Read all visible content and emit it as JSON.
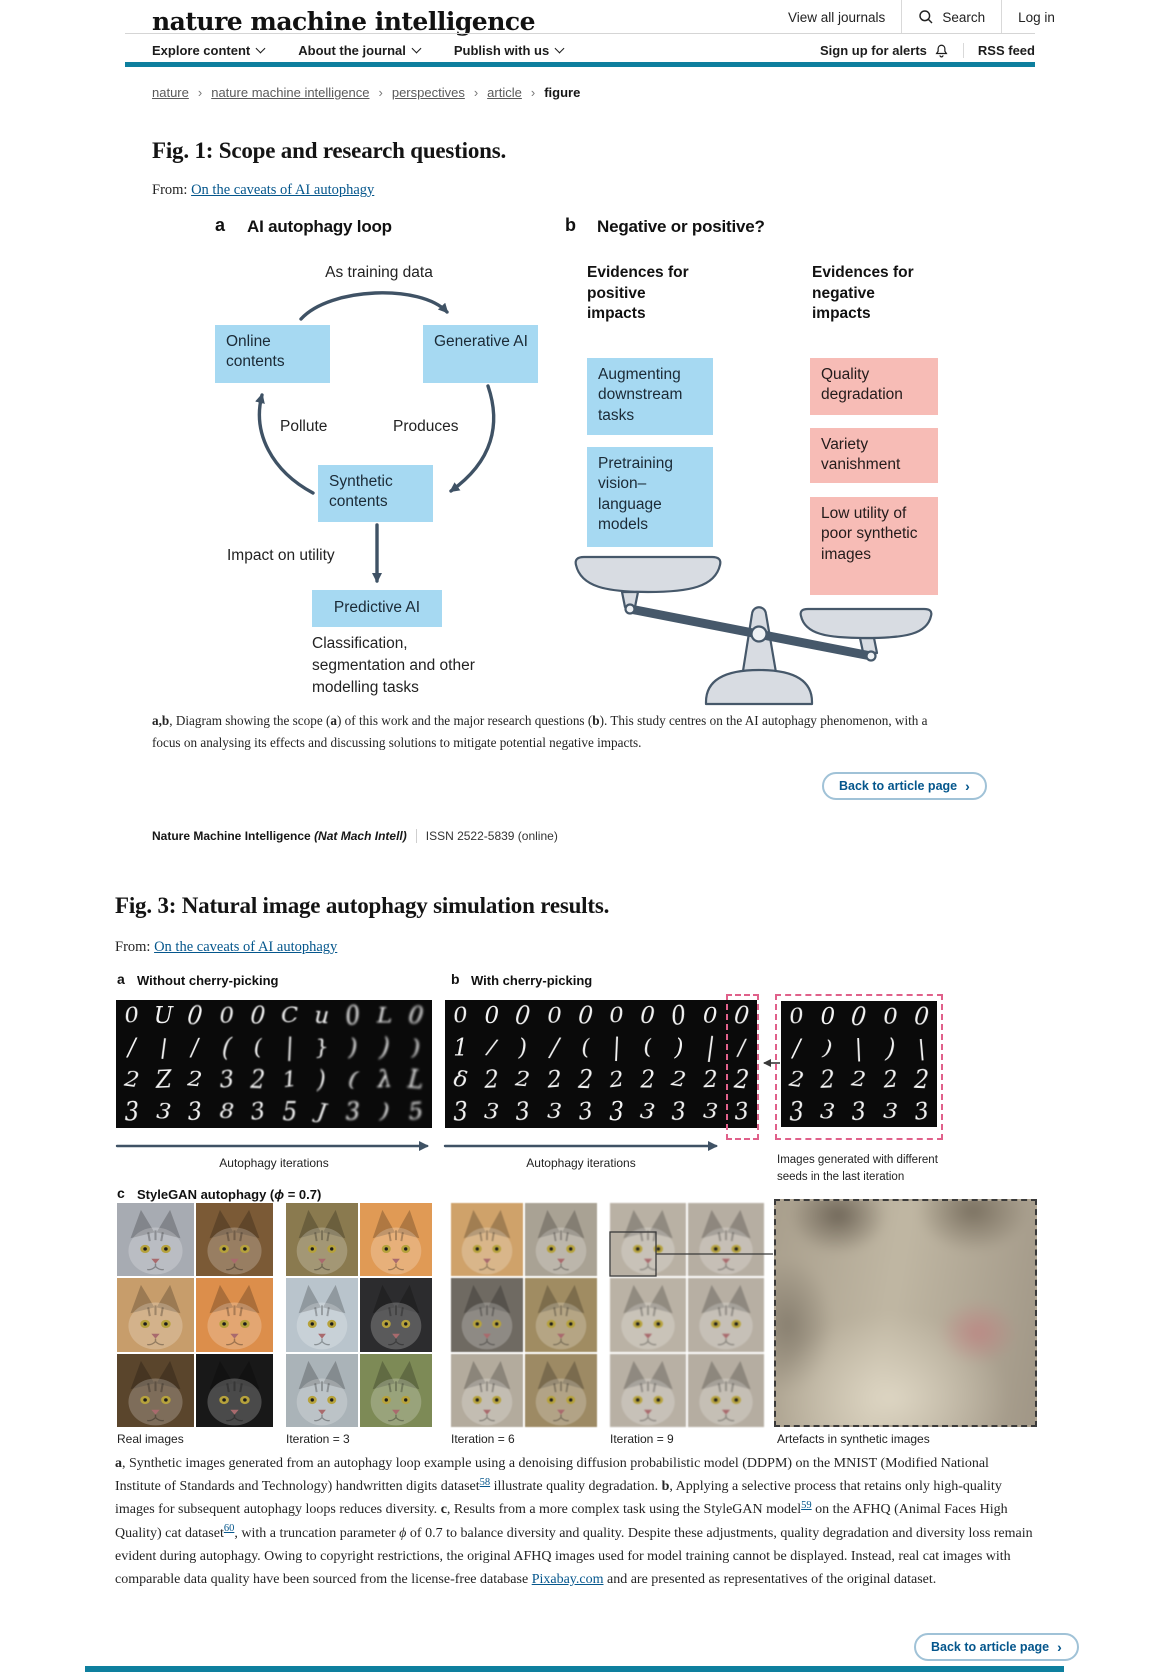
{
  "header": {
    "logo": "nature machine intelligence",
    "links": [
      "View all journals",
      "Search",
      "Log in"
    ],
    "nav": [
      "Explore content",
      "About the journal",
      "Publish with us"
    ],
    "alerts": "Sign up for alerts",
    "rss": "RSS feed",
    "accent_color": "#0e7f9e"
  },
  "breadcrumb": {
    "items": [
      "nature",
      "nature machine intelligence",
      "perspectives",
      "article"
    ],
    "current": "figure"
  },
  "fig1": {
    "title": "Fig. 1: Scope and research questions.",
    "from_label": "From: ",
    "from_link": "On the caveats of AI autophagy",
    "panel_a": {
      "label": "a",
      "heading": "AI autophagy loop",
      "arc_label": "As training data",
      "boxes": [
        "Online contents",
        "Generative AI",
        "Synthetic contents",
        "Predictive AI"
      ],
      "edge_labels": [
        "Pollute",
        "Produces",
        "Impact on utility"
      ],
      "footnote": "Classification, segmentation and other modelling tasks"
    },
    "panel_b": {
      "label": "b",
      "heading": "Negative or positive?",
      "left_heading": "Evidences for positive impacts",
      "right_heading": "Evidences for negative impacts",
      "positive": [
        "Augmenting downstream tasks",
        "Pretraining vision– language models"
      ],
      "negative": [
        "Quality degradation",
        "Variety vanishment",
        "Low utility of poor synthetic images"
      ]
    },
    "caption_parts": [
      {
        "b": "a"
      },
      {
        "b": ",b"
      },
      {
        "t": ", Diagram showing the scope ("
      },
      {
        "b": "a"
      },
      {
        "t": ") of this work and the major research questions ("
      },
      {
        "b": "b"
      },
      {
        "t": "). This study centres on the AI autophagy phenomenon, with a focus on analysing its effects and discussing solutions to mitigate potential negative impacts."
      }
    ],
    "back_button": "Back to article page",
    "back_button_arrow": "›",
    "issn_journal": "Nature Machine Intelligence",
    "issn_abbr": "(Nat Mach Intell)",
    "issn_text": "ISSN 2522-5839 (online)"
  },
  "fig3": {
    "title": "Fig. 3: Natural image autophagy simulation results.",
    "from_label": "From: ",
    "from_link": "On the caveats of AI autophagy",
    "panel_a_label": "a",
    "panel_a_heading": "Without cherry-picking",
    "panel_b_label": "b",
    "panel_b_heading": "With cherry-picking",
    "mnist_a_rows": [
      [
        "0",
        "U",
        "0",
        "0",
        "0",
        "C",
        "u",
        "0",
        "L",
        "0"
      ],
      [
        "/",
        "|",
        "/",
        "(",
        "(",
        "|",
        "}",
        ")",
        ")",
        ")"
      ],
      [
        "2",
        "Z",
        "2",
        "3",
        "2",
        "1",
        ")",
        "(",
        "λ",
        "L"
      ],
      [
        "3",
        "3",
        "3",
        "8",
        "3",
        "5",
        "J",
        "3",
        ")",
        "5"
      ]
    ],
    "mnist_b_rows": [
      [
        "0",
        "0",
        "0",
        "0",
        "0",
        "0",
        "0",
        "0",
        "0",
        "0"
      ],
      [
        "1",
        "/",
        ")",
        "/",
        "(",
        "|",
        "(",
        ")",
        "|",
        "/"
      ],
      [
        "δ",
        "2",
        "2",
        "2",
        "2",
        "2",
        "2",
        "2",
        "2",
        "2"
      ],
      [
        "3",
        "3",
        "3",
        "3",
        "3",
        "3",
        "3",
        "3",
        "3",
        "3"
      ]
    ],
    "mnist_seed_rows": [
      [
        "0",
        "0",
        "0",
        "0",
        "0"
      ],
      [
        "/",
        ")",
        "|",
        ")",
        "|"
      ],
      [
        "2",
        "2",
        "2",
        "2",
        "2"
      ],
      [
        "3",
        "3",
        "3",
        "3",
        "3"
      ]
    ],
    "axis_label_a": "Autophagy iterations",
    "axis_label_b": "Autophagy iterations",
    "seeds_label_lines": [
      "Images generated with different",
      "seeds in the last iteration"
    ],
    "panel_c_label": "c",
    "panel_c_heading_parts": [
      {
        "t": "StyleGAN autophagy ("
      },
      {
        "i": "ϕ"
      },
      {
        "t": " = 0.7)"
      }
    ],
    "cat_groups": [
      {
        "label": "Real images",
        "colors": [
          "#a7abb2",
          "#7b5a36",
          "#c79d6b",
          "#dc8e4b",
          "#5a452c",
          "#181818"
        ]
      },
      {
        "label": "Iteration = 3",
        "colors": [
          "#8a7a4f",
          "#e09a55",
          "#b9c4cc",
          "#2c2c2e",
          "#aab3b8",
          "#7d8a56"
        ]
      },
      {
        "label": "Iteration = 6",
        "colors": [
          "#cfa26a",
          "#a9a294",
          "#6f6a62",
          "#a08c62",
          "#b3ab9d",
          "#9d8a64"
        ]
      },
      {
        "label": "Iteration = 9",
        "colors": [
          "#b9b1a4",
          "#b6aea2",
          "#bab2a5",
          "#b7afa3",
          "#b8b0a4",
          "#b5ada1"
        ]
      }
    ],
    "artefact_label": "Artefacts in synthetic images",
    "caption_parts": [
      {
        "b": "a"
      },
      {
        "t": ", Synthetic images generated from an autophagy loop example using a denoising diffusion probabilistic model (DDPM) on the MNIST (Modified National Institute of Standards and Technology) handwritten digits dataset"
      },
      {
        "sup": "58"
      },
      {
        "t": " illustrate quality degradation. "
      },
      {
        "b": "b"
      },
      {
        "t": ", Applying a selective process that retains only high-quality images for subsequent autophagy loops reduces diversity. "
      },
      {
        "b": "c"
      },
      {
        "t": ", Results from a more complex task using the StyleGAN model"
      },
      {
        "sup": "59"
      },
      {
        "t": " on the AFHQ (Animal Faces High Quality) cat dataset"
      },
      {
        "sup": "60"
      },
      {
        "t": ", with a truncation parameter "
      },
      {
        "i": "ϕ"
      },
      {
        "t": " of 0.7 to balance diversity and quality. Despite these adjustments, quality degradation and diversity loss remain evident during autophagy. Owing to copyright restrictions, the original AFHQ images used for model training cannot be displayed. Instead, real cat images with comparable data quality have been sourced from the license-free database "
      },
      {
        "link": "Pixabay.com"
      },
      {
        "t": " and are presented as representatives of the original dataset."
      }
    ],
    "back_button": "Back to article page",
    "back_button_arrow": "›"
  }
}
